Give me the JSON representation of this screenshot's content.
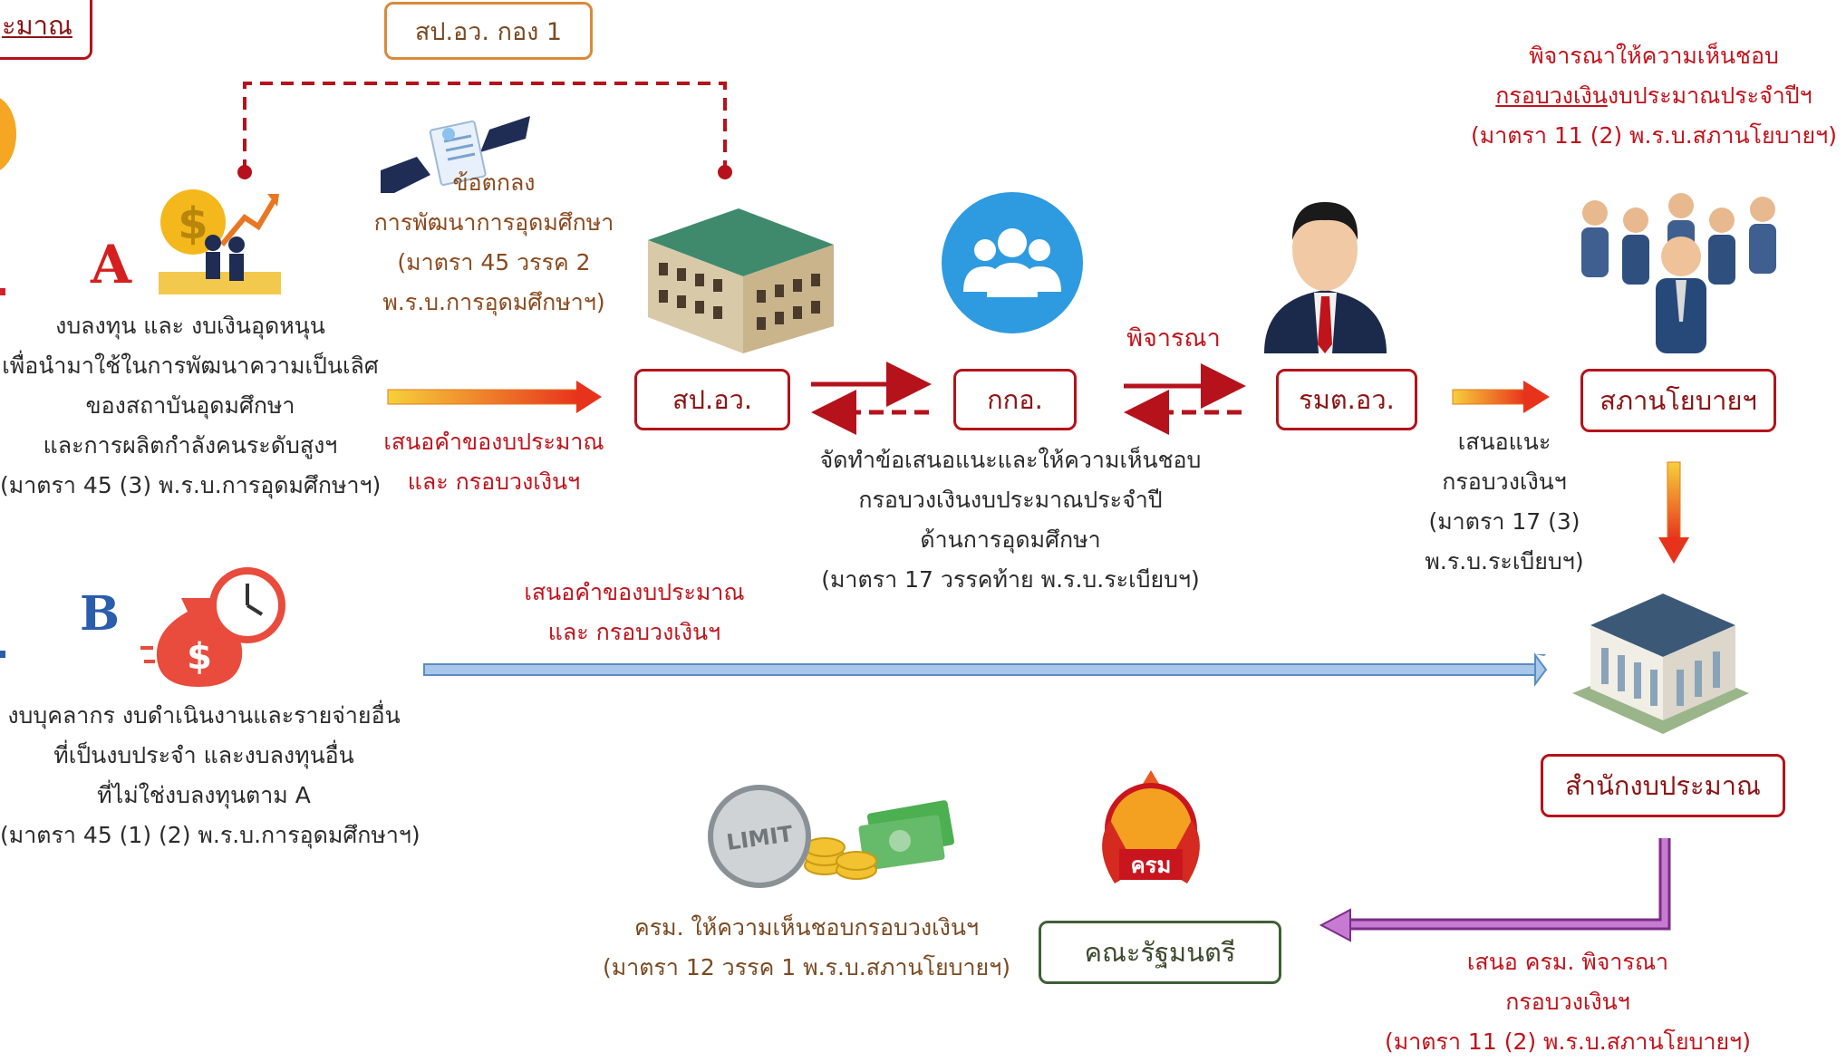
{
  "top_left_label": "ะมาณ",
  "dept_box_top": "สป.อว. กอง 1",
  "agreement": {
    "lines": [
      "ข้อตกลง",
      "การพัฒนาการอุดมศึกษา",
      "(มาตรา 45 วรรค 2",
      "พ.ร.บ.การอุดมศึกษาฯ)"
    ]
  },
  "budget_a": {
    "letter": "A",
    "lines": [
      "งบลงทุน และ งบเงินอุดหนุน",
      "เพื่อนำมาใช้ในการพัฒนาความเป็นเลิศ",
      "ของสถาบันอุดมศึกษา",
      "และการผลิตกำลังคนระดับสูงฯ",
      "(มาตรา 45 (3) พ.ร.บ.การอุดมศึกษาฯ)"
    ]
  },
  "propose_a": [
    "เสนอคำของบประมาณ",
    "และ กรอบวงเงินฯ"
  ],
  "boxes": {
    "spow": "สป.อว.",
    "kko": "กกอ.",
    "rmt": "รมต.อว.",
    "policy": "สภานโยบายฯ",
    "budget_office": "สำนักงบประมาณ",
    "cabinet": "คณะรัฐมนตรี"
  },
  "consider_label": "พิจารณา",
  "kko_desc": [
    "จัดทำข้อเสนอแนะและให้ความเห็นชอบ",
    "กรอบวงเงินงบประมาณประจำปี",
    "ด้านการอุดมศึกษา",
    "(มาตรา 17 วรรคท้าย พ.ร.บ.ระเบียบฯ)"
  ],
  "policy_top": {
    "line1": "พิจารณาให้ความเห็นชอบ",
    "line2_underlined": "กรอบวงเงิน",
    "line2_rest": "งบประมาณประจำปีฯ",
    "line3": "(มาตรา 11 (2) พ.ร.บ.สภานโยบายฯ)"
  },
  "recommend": [
    "เสนอแนะ",
    "กรอบวงเงินฯ",
    "(มาตรา 17 (3)",
    "พ.ร.บ.ระเบียบฯ)"
  ],
  "budget_b": {
    "letter": "B",
    "lines": [
      "งบบุคลากร งบดำเนินงานและรายจ่ายอื่น",
      "ที่เป็นงบประจำ และงบลงทุนอื่น",
      "ที่ไม่ใช่งบลงทุนตาม A",
      "(มาตรา 45 (1) (2) พ.ร.บ.การอุดมศึกษาฯ)"
    ]
  },
  "propose_b": [
    "เสนอคำของบประมาณ",
    "และ กรอบวงเงินฯ"
  ],
  "cabinet_approve": [
    "ครม. ให้ความเห็นชอบกรอบวงเงินฯ",
    "(มาตรา 12 วรรค 1 พ.ร.บ.สภานโยบายฯ)"
  ],
  "limit_text": "LIMIT",
  "krm_text": "ครม",
  "propose_cabinet": [
    "เสนอ ครม. พิจารณา",
    "กรอบวงเงินฯ",
    "(มาตรา 11 (2) พ.ร.บ.สภานโยบายฯ)"
  ],
  "colors": {
    "box_border": "#b5121b",
    "red_text": "#c0141c",
    "orange_box": "#d98a3a",
    "cabinet_border": "#3f5f36",
    "blue_arrow": "#6f9fcf",
    "purple_arrow": "#b04fc0"
  }
}
